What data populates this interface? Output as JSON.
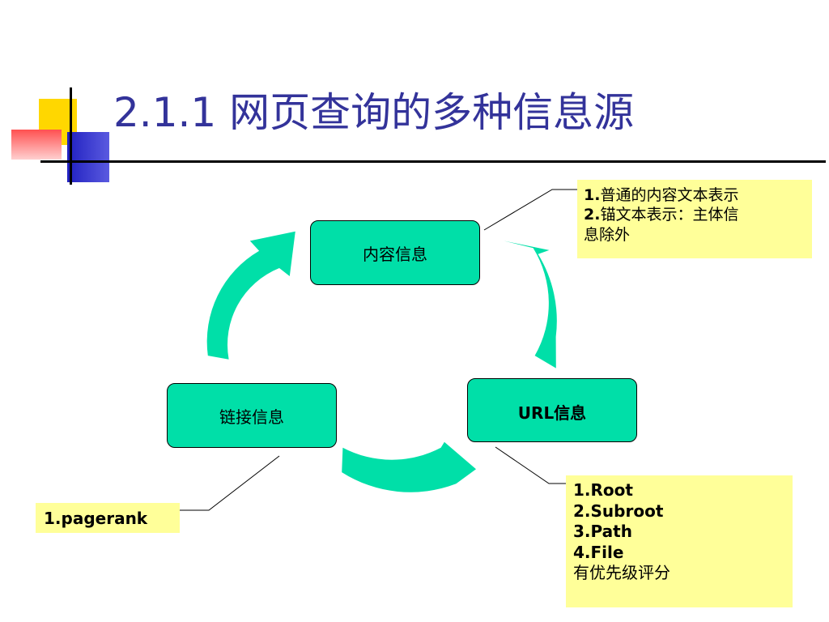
{
  "slide": {
    "title": "2.1.1 网页查询的多种信息源"
  },
  "nodes": {
    "content": "内容信息",
    "url": "URL信息",
    "link": "链接信息"
  },
  "notes": {
    "content": {
      "line1_num": "1.",
      "line1_text": "普通的内容文本表示",
      "line2_num": "2.",
      "line2_text": "锚文本表示：主体信",
      "line3_text": "息除外"
    },
    "url": {
      "items": [
        "1.Root",
        "2.Subroot",
        "3.Path",
        "4.File"
      ],
      "footer": "有优先级评分"
    },
    "link": {
      "item": "1.pagerank"
    }
  },
  "colors": {
    "title": "#33339a",
    "node_fill": "#00dfa8",
    "arrow_fill": "#00dfa8",
    "note_fill": "#ffff99",
    "deco_yellow": "#ffd700",
    "deco_blue": "#3333cc",
    "deco_red": "#ff6060"
  }
}
